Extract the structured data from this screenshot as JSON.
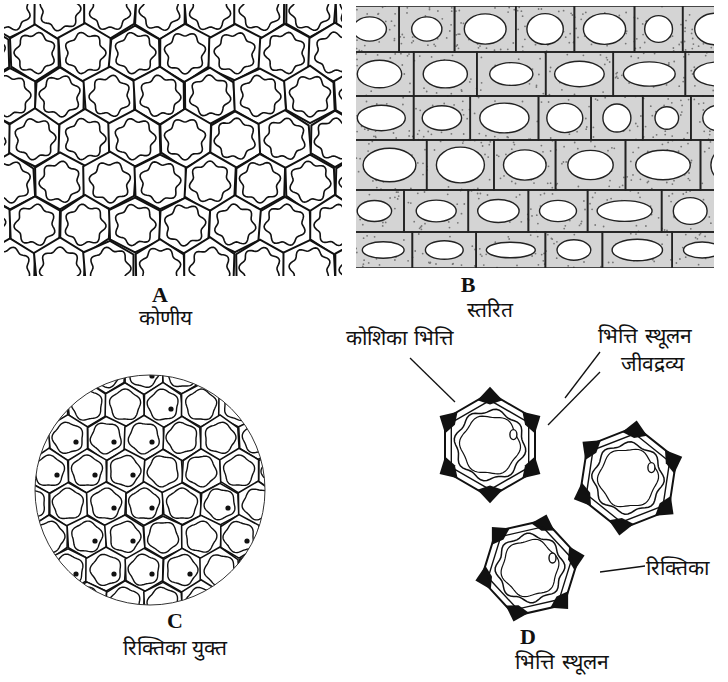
{
  "diagram": {
    "labels": [
      "A",
      "कोणीय",
      "B",
      "स्तरित",
      "कोशिका भित्ति",
      "भित्ति स्थूलन",
      "जीवद्रव्य",
      "C",
      "रिक्तिका युक्त",
      "रिक्तिका",
      "D",
      "भित्ति स्थूलन"
    ]
  }
}
